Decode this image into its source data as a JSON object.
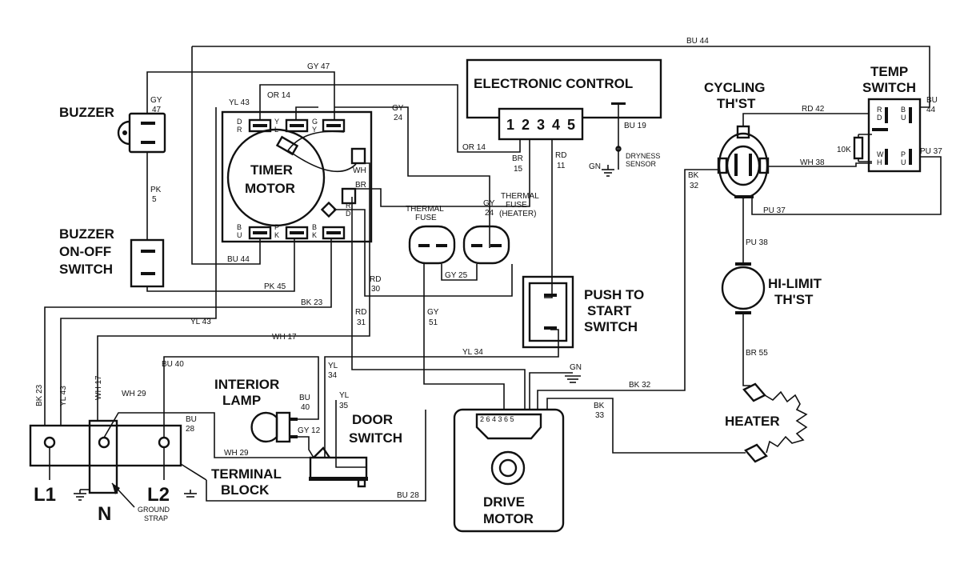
{
  "components": {
    "buzzer": "BUZZER",
    "buzzer_switch": [
      "BUZZER",
      "ON-OFF",
      "SWITCH"
    ],
    "timer_motor": [
      "TIMER",
      "MOTOR"
    ],
    "electronic_control": "ELECTRONIC CONTROL",
    "connector_pins": "1 2 3 4 5",
    "dryness_sensor": [
      "DRYNESS",
      "SENSOR"
    ],
    "gn": "GN",
    "cycling_thst": [
      "CYCLING",
      "TH'ST"
    ],
    "temp_switch": [
      "TEMP",
      "SWITCH"
    ],
    "resistor": "10K",
    "thermal_fuse": [
      "THERMAL",
      "FUSE"
    ],
    "thermal_fuse_heater": [
      "THERMAL",
      "FUSE",
      "(HEATER)"
    ],
    "push_to_start": [
      "PUSH TO",
      "START",
      "SWITCH"
    ],
    "hi_limit": [
      "HI-LIMIT",
      "TH'ST"
    ],
    "heater": "HEATER",
    "interior_lamp": [
      "INTERIOR",
      "LAMP"
    ],
    "door_switch": [
      "DOOR",
      "SWITCH"
    ],
    "drive_motor": [
      "DRIVE",
      "MOTOR"
    ],
    "drive_motor_pins": "2 6  4 3  6 5",
    "terminal_block": [
      "TERMINAL",
      "BLOCK"
    ],
    "l1": "L1",
    "n": "N",
    "l2": "L2",
    "ground_strap": [
      "GROUND",
      "STRAP"
    ]
  },
  "timer_contacts": {
    "dr": [
      "D",
      "R"
    ],
    "yl": [
      "Y",
      "L"
    ],
    "gy": [
      "G",
      "Y"
    ],
    "wh": "WH",
    "br": "BR",
    "rd": [
      "R",
      "D"
    ],
    "bu": [
      "B",
      "U"
    ],
    "pk": [
      "P",
      "K"
    ],
    "bk": [
      "B",
      "K"
    ]
  },
  "temp_switch_contacts": {
    "rd": [
      "R",
      "D"
    ],
    "bu": [
      "B",
      "U"
    ],
    "wh": [
      "W",
      "H"
    ],
    "pu": [
      "P",
      "U"
    ]
  },
  "wires": {
    "bu44_top": "BU 44",
    "gy47_top": "GY 47",
    "gy47_left": [
      "GY",
      "47"
    ],
    "or14_a": "OR 14",
    "yl43_timer": "YL 43",
    "gy24_a": [
      "GY",
      "24"
    ],
    "or14_b": "OR 14",
    "br15": [
      "BR",
      "15"
    ],
    "rd11": [
      "RD",
      "11"
    ],
    "bu19": "BU 19",
    "rd42": "RD 42",
    "bu44_right": [
      "BU",
      "44"
    ],
    "pu37_right": "PU 37",
    "wh38": "WH 38",
    "bk32_left": [
      "BK",
      "32"
    ],
    "pu37_bottom": "PU 37",
    "pu38": "PU 38",
    "br55": "BR 55",
    "pk5": [
      "PK",
      "5"
    ],
    "bu44_mid": "BU 44",
    "pk45": "PK 45",
    "bk23": "BK 23",
    "yl43_mid": "YL 43",
    "wh17": "WH 17",
    "rd30": [
      "RD",
      "30"
    ],
    "rd31": [
      "RD",
      "31"
    ],
    "gy24_b": [
      "GY",
      "24"
    ],
    "gy25": "GY 25",
    "gy51": [
      "GY",
      "51"
    ],
    "yl34": "YL 34",
    "gn_motor": "GN",
    "bk32_bottom": "BK 32",
    "bk33": [
      "BK",
      "33"
    ],
    "bu40": "BU 40",
    "bu40_lamp": [
      "BU",
      "40"
    ],
    "yl34_door": [
      "YL",
      "34"
    ],
    "yl35": [
      "YL",
      "35"
    ],
    "gy12": "GY 12",
    "wh29_top": "WH 29",
    "wh29_bottom": "WH 29",
    "bu28_block": [
      "BU",
      "28"
    ],
    "bu28_bottom": "BU 28",
    "bk23_vert": "BK 23",
    "yl43_vert": "YL 43",
    "wh17_vert": "WH 17"
  }
}
